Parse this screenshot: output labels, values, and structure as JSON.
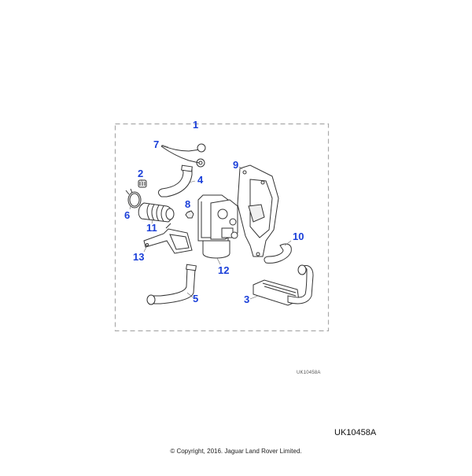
{
  "diagram": {
    "title_callout": "1",
    "callouts": [
      {
        "id": "1",
        "label": "1",
        "part": "kit"
      },
      {
        "id": "2",
        "label": "2",
        "part": "grommet"
      },
      {
        "id": "3",
        "label": "3",
        "part": "exhaust-silencer"
      },
      {
        "id": "4",
        "label": "4",
        "part": "hose"
      },
      {
        "id": "5",
        "label": "5",
        "part": "hose"
      },
      {
        "id": "6",
        "label": "6",
        "part": "clamp"
      },
      {
        "id": "7",
        "label": "7",
        "part": "wiring-harness"
      },
      {
        "id": "8",
        "label": "8",
        "part": "nut"
      },
      {
        "id": "9",
        "label": "9",
        "part": "mounting-bracket"
      },
      {
        "id": "10",
        "label": "10",
        "part": "hose"
      },
      {
        "id": "11",
        "label": "11",
        "part": "air-intake-silencer"
      },
      {
        "id": "12",
        "label": "12",
        "part": "heater-unit"
      },
      {
        "id": "13",
        "label": "13",
        "part": "bracket"
      }
    ],
    "illustration_ref_small": "UK10458A",
    "illustration_ref_large": "UK10458A",
    "copyright": "© Copyright, 2016. Jaguar Land Rover Limited.",
    "colors": {
      "callout": "#1a3fd9",
      "linework": "#333333",
      "kit_border": "#aaaaaa"
    }
  }
}
